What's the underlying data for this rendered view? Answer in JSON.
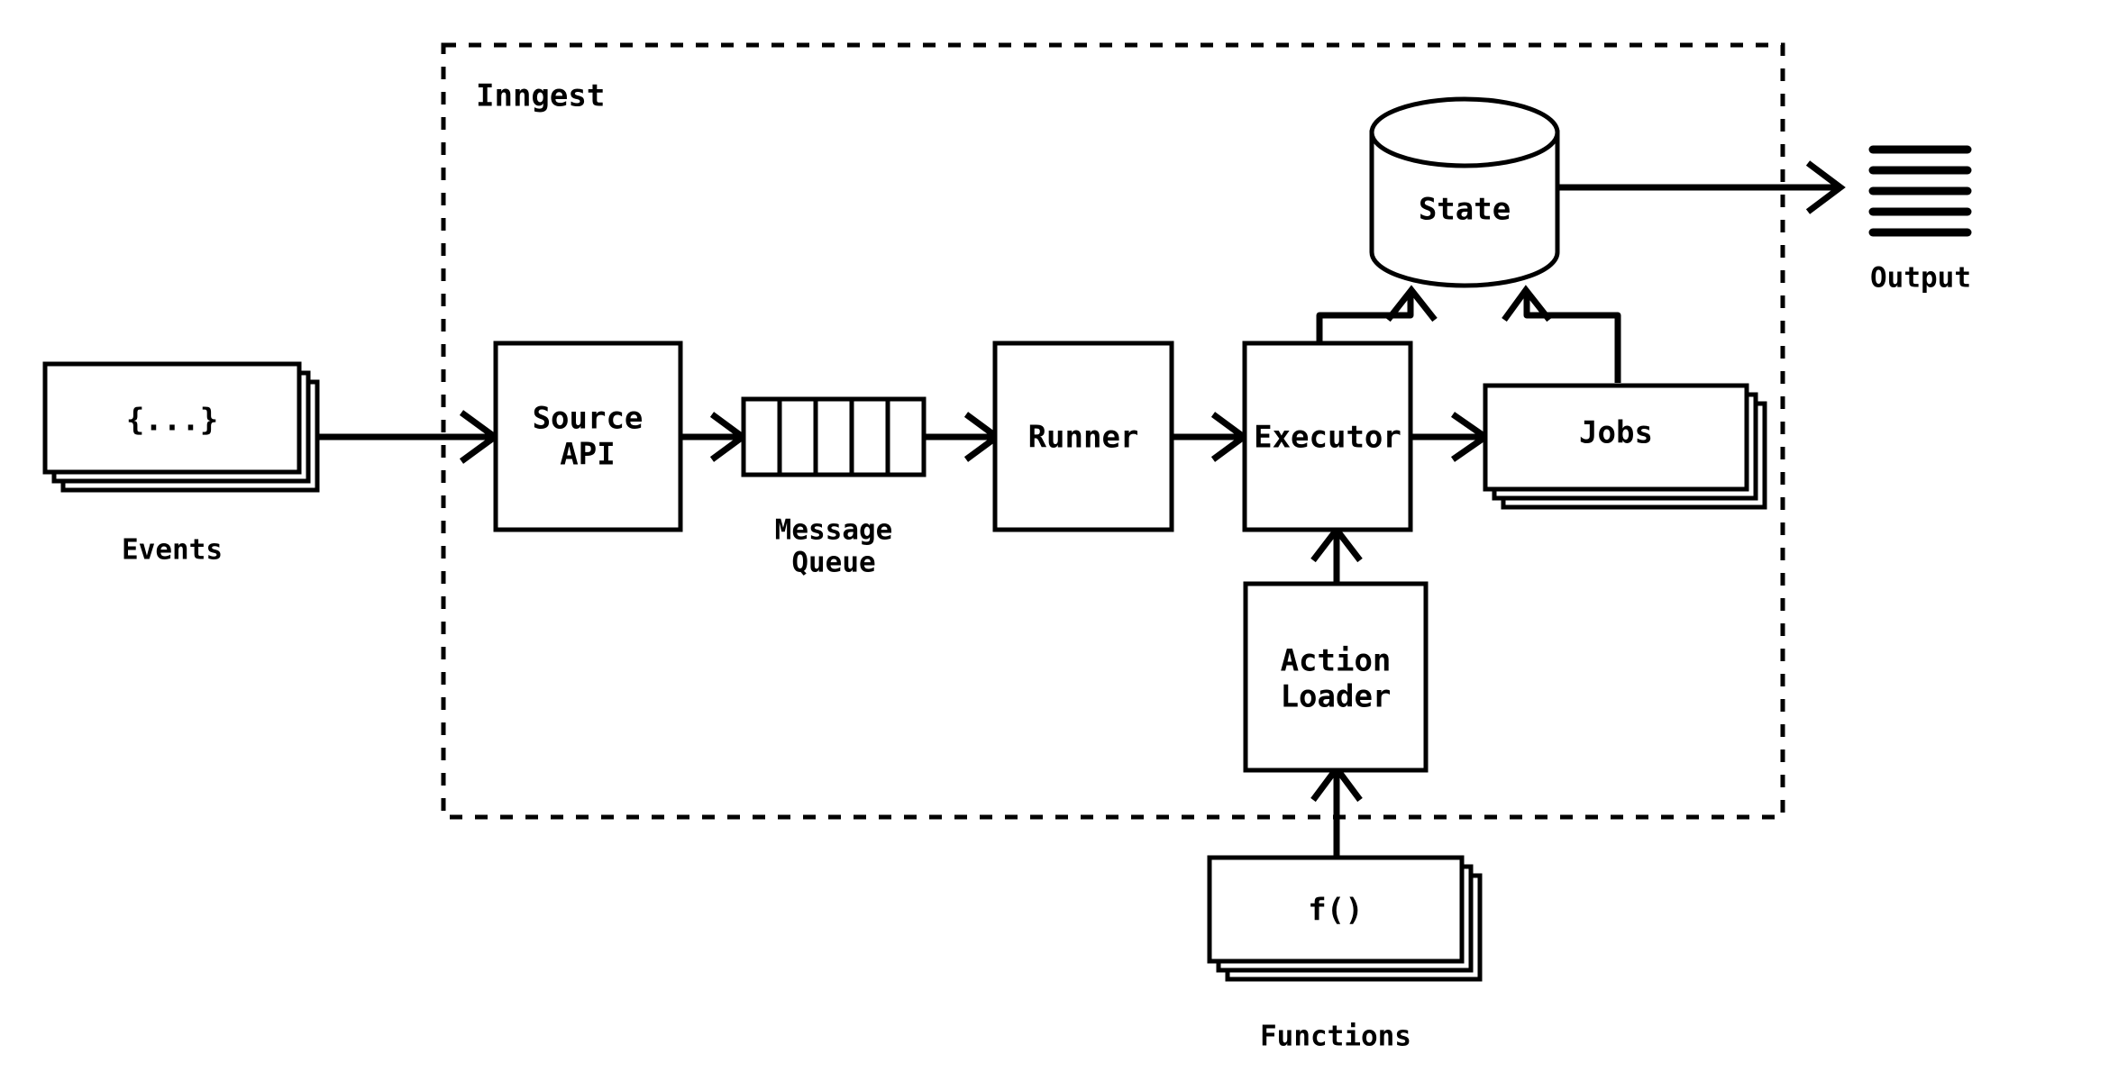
{
  "diagram": {
    "title": "Inngest",
    "container_label": "Inngest",
    "background": "#ffffff",
    "stroke": "#000000"
  },
  "nodes": {
    "events": {
      "label": "{...}",
      "caption": "Events",
      "shape": "stacked-rect",
      "stack_count": 3
    },
    "source_api": {
      "label_line1": "Source",
      "label_line2": "API",
      "shape": "rect"
    },
    "message_queue": {
      "caption_line1": "Message",
      "caption_line2": "Queue",
      "shape": "queue",
      "cells": 5
    },
    "runner": {
      "label": "Runner",
      "shape": "rect"
    },
    "executor": {
      "label": "Executor",
      "shape": "rect"
    },
    "jobs": {
      "label": "Jobs",
      "shape": "stacked-rect",
      "stack_count": 3
    },
    "state": {
      "label": "State",
      "shape": "cylinder"
    },
    "output": {
      "caption": "Output",
      "shape": "lines-icon",
      "line_count": 5
    },
    "action_loader": {
      "label_line1": "Action",
      "label_line2": "Loader",
      "shape": "rect"
    },
    "functions": {
      "label": "f()",
      "caption": "Functions",
      "shape": "stacked-rect",
      "stack_count": 3
    }
  },
  "edges": [
    {
      "name": "events-to-source-api",
      "from": "events",
      "to": "source_api",
      "arrow": true
    },
    {
      "name": "source-api-to-message-queue",
      "from": "source_api",
      "to": "message_queue",
      "arrow": true
    },
    {
      "name": "message-queue-to-runner",
      "from": "message_queue",
      "to": "runner",
      "arrow": true
    },
    {
      "name": "runner-to-executor",
      "from": "runner",
      "to": "executor",
      "arrow": true
    },
    {
      "name": "executor-to-jobs",
      "from": "executor",
      "to": "jobs",
      "arrow": true
    },
    {
      "name": "executor-to-state",
      "from": "executor",
      "to": "state",
      "arrow": true
    },
    {
      "name": "jobs-to-state",
      "from": "jobs",
      "to": "state",
      "arrow": true
    },
    {
      "name": "state-to-output",
      "from": "state",
      "to": "output",
      "arrow": true
    },
    {
      "name": "action-loader-to-executor",
      "from": "action_loader",
      "to": "executor",
      "arrow": true
    },
    {
      "name": "functions-to-action-loader",
      "from": "functions",
      "to": "action_loader",
      "arrow": true
    }
  ]
}
